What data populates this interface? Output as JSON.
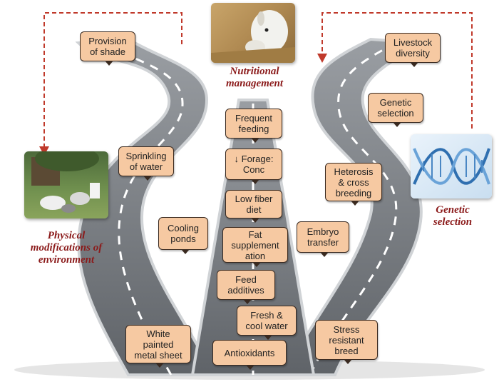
{
  "categories": {
    "nutritional": "Nutritional\nmanagement",
    "physical": "Physical\nmodifications of\nenvironment",
    "genetic": "Genetic\nselection"
  },
  "signs": {
    "provision_shade": "Provision\nof shade",
    "sprinkling": "Sprinkling\nof water",
    "cooling_ponds": "Cooling\nponds",
    "white_sheet": "White\npainted\nmetal sheet",
    "frequent_feeding": "Frequent\nfeeding",
    "forage": "↓ Forage:\nConc",
    "low_fiber": "Low fiber\ndiet",
    "fat_supp": "Fat\nsupplement\nation",
    "feed_additives": "Feed\nadditives",
    "fresh_water": "Fresh &\ncool water",
    "antioxidants": "Antioxidants",
    "livestock_diversity": "Livestock\ndiversity",
    "genetic_selection": "Genetic\nselection",
    "heterosis": "Heterosis\n& cross\nbreeding",
    "embryo": "Embryo\ntransfer",
    "stress_resistant": "Stress\nresistant\nbreed"
  },
  "photos": {
    "goat": "goat-feeding-photo",
    "farm": "goats-in-shade-photo",
    "dna": "dna-helix-image"
  },
  "colors": {
    "road": "#7f8388",
    "road_edge": "#c9ccd0",
    "sign_fill": "#f6c9a2",
    "category_text": "#8b1a1a",
    "arrow": "#c0392b"
  }
}
